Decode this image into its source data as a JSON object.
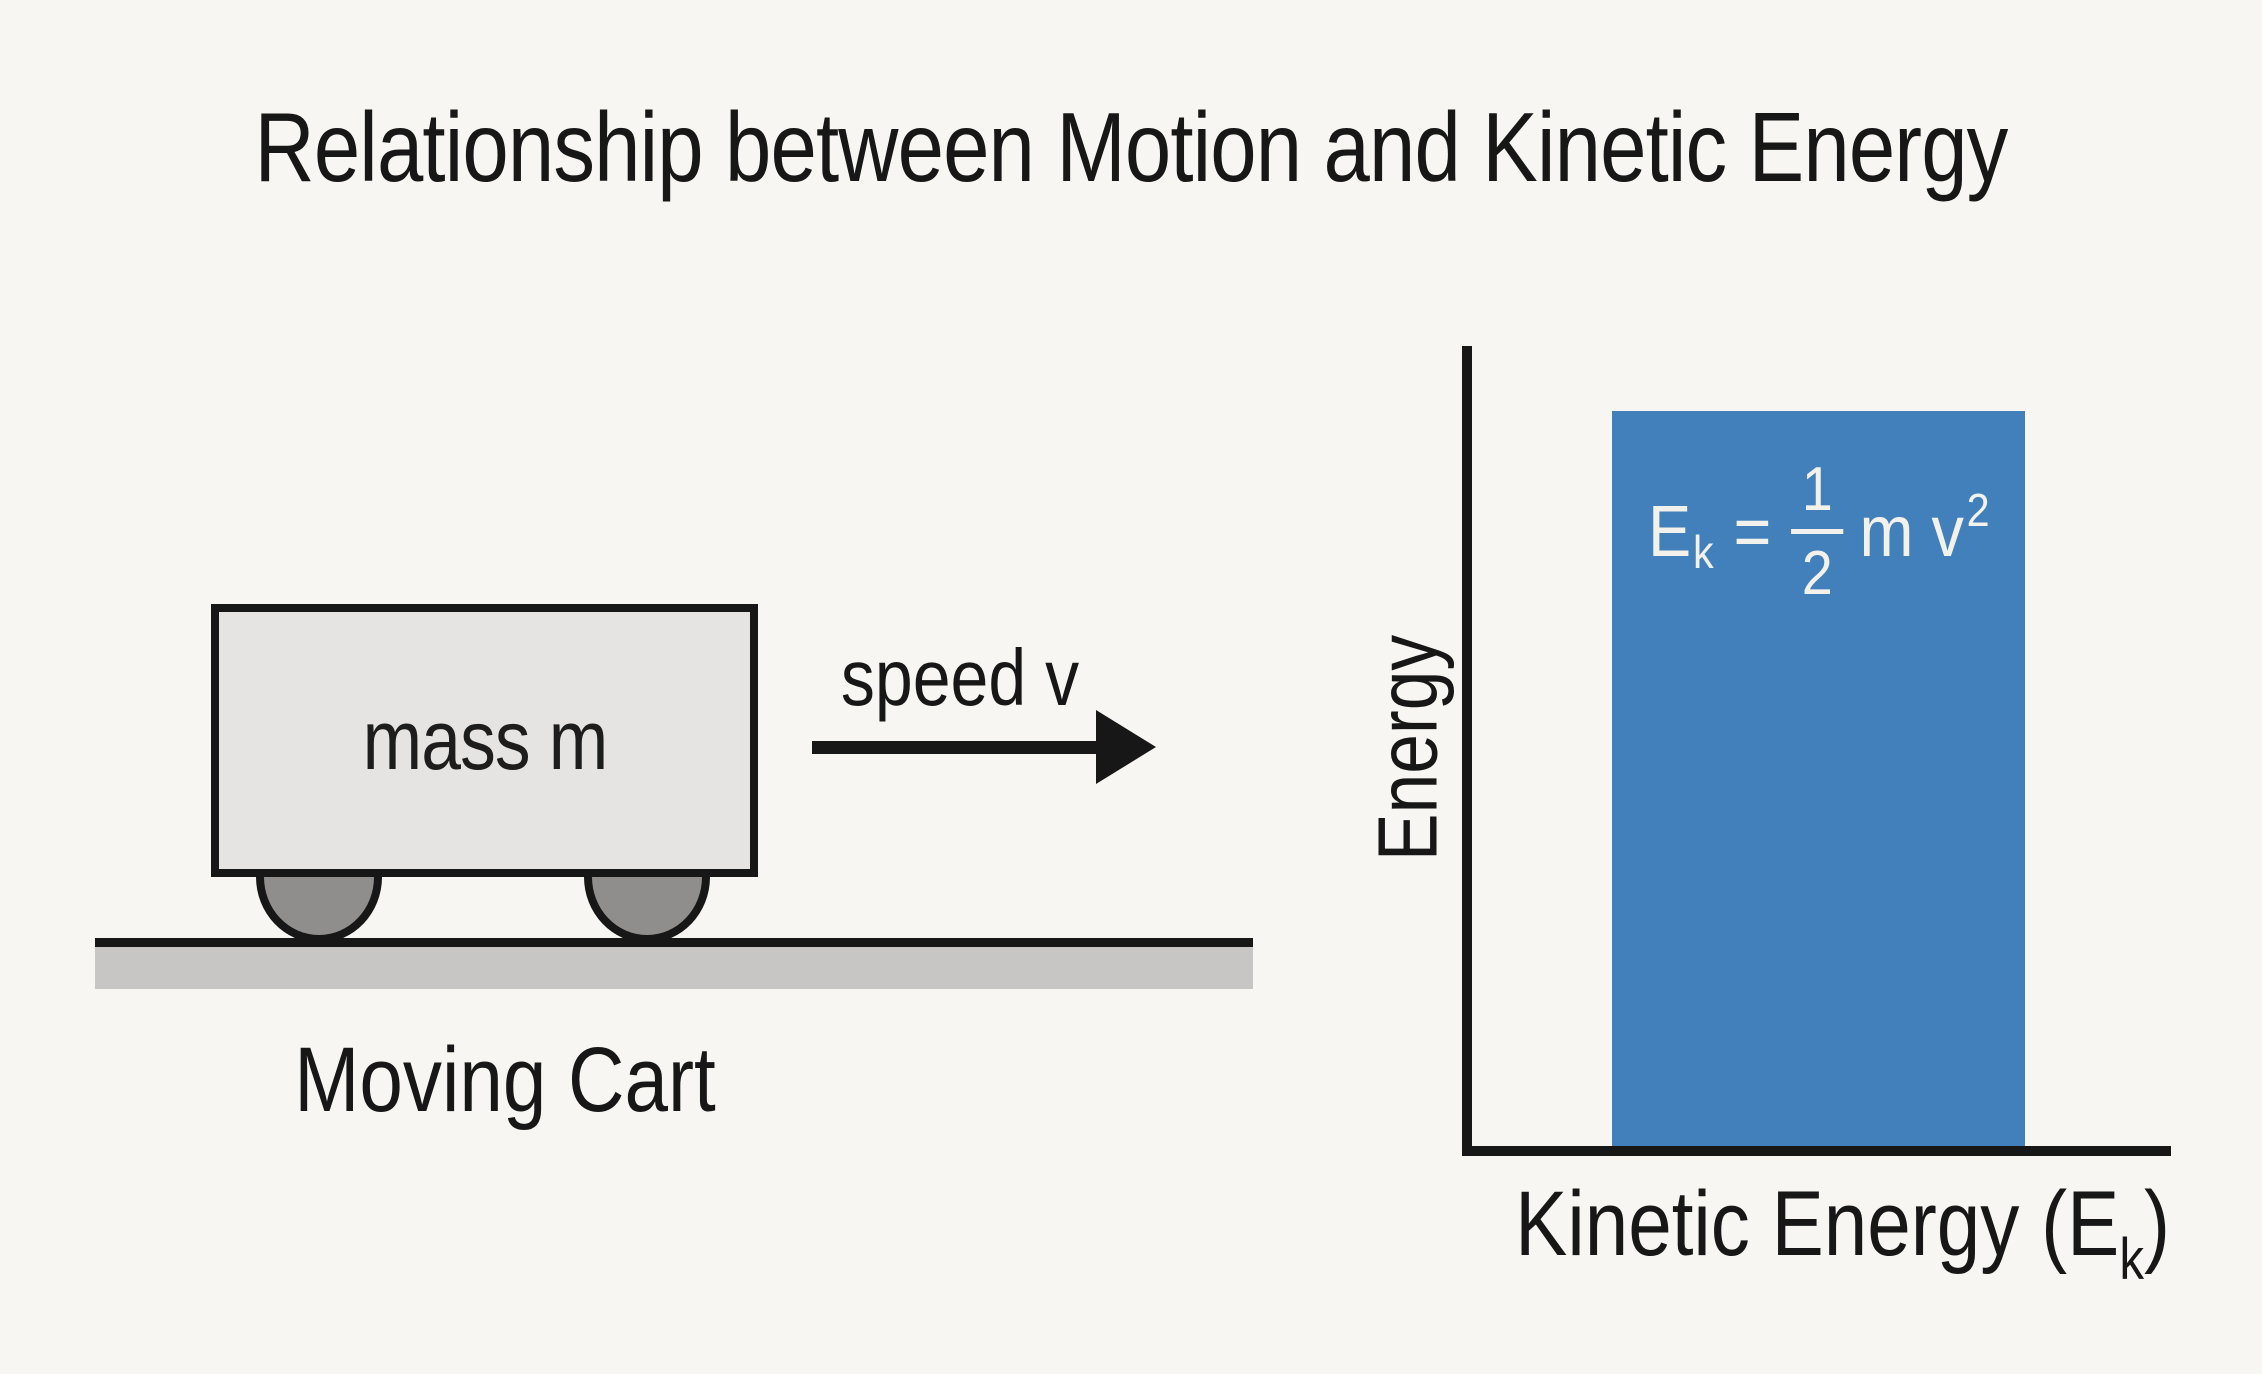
{
  "title": "Relationship between Motion and Kinetic Energy",
  "cart_diagram": {
    "mass_label": "mass m",
    "speed_label": "speed v",
    "caption": "Moving Cart"
  },
  "energy_chart": {
    "y_axis_label": "Energy",
    "x_axis_label_prefix": "Kinetic Energy (E",
    "x_axis_label_subscript": "k",
    "x_axis_label_suffix": ")",
    "formula": {
      "lhs_base": "E",
      "lhs_subscript": "k",
      "equals_sign": "=",
      "fraction_numerator": "1",
      "fraction_denominator": "2",
      "rhs_mass": "m",
      "rhs_velocity": "v",
      "rhs_exponent": "2"
    }
  },
  "chart_data": {
    "type": "bar",
    "title": "",
    "categories": [
      "Kinetic Energy (Ek)"
    ],
    "values": [
      0.92
    ],
    "value_scale": "qualitative (no numeric ticks shown)",
    "xlabel": "Kinetic Energy (Ek)",
    "ylabel": "Energy",
    "ylim": [
      0,
      1
    ],
    "grid": false,
    "legend": "none",
    "bar_annotation": "Ek = 1/2 m v^2",
    "bar_color": "#4180ba"
  },
  "colors": {
    "background": "#f7f6f3",
    "ink": "#171717",
    "cart_fill": "#e5e4e2",
    "wheel_fill": "#8f8e8c",
    "ground_fill": "#c7c6c4",
    "bar_fill": "#4180ba",
    "formula_text": "#f3f1eb"
  }
}
